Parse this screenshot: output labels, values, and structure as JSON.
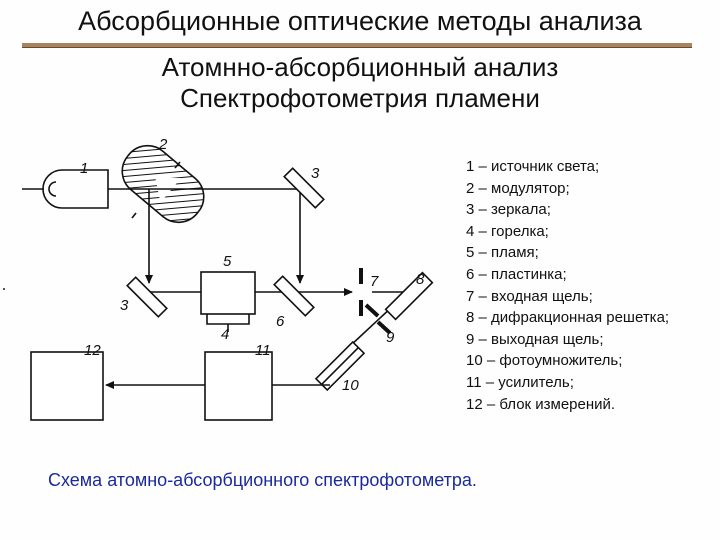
{
  "header": {
    "title": "Абсорбционные оптические методы анализа",
    "subtitle_1": "Атомнно-абсорбционный анализ",
    "subtitle_2": "Спектрофотометрия пламени"
  },
  "diagram": {
    "labels": {
      "n1": "1",
      "n2": "2",
      "n3a": "3",
      "n3b": "3",
      "n4": "4",
      "n5": "5",
      "n6": "6",
      "n7": "7",
      "n8": "8",
      "n9": "9",
      "n10": "10",
      "n11": "11",
      "n12": "12"
    }
  },
  "legend": [
    "1 – источник света;",
    " 2 – модулятор;",
    "3 – зеркала;",
    "4 – горелка;",
    "5 – пламя;",
    "6 – пластинка;",
    "7 – входная щель;",
    "8 – дифракционная решетка;",
    "9 – выходная щель;",
    "10 – фотоумножитель;",
    "11 – усилитель;",
    "12 – блок измерений."
  ],
  "caption": "Схема атомно-абсорбционного спектрофотометра."
}
